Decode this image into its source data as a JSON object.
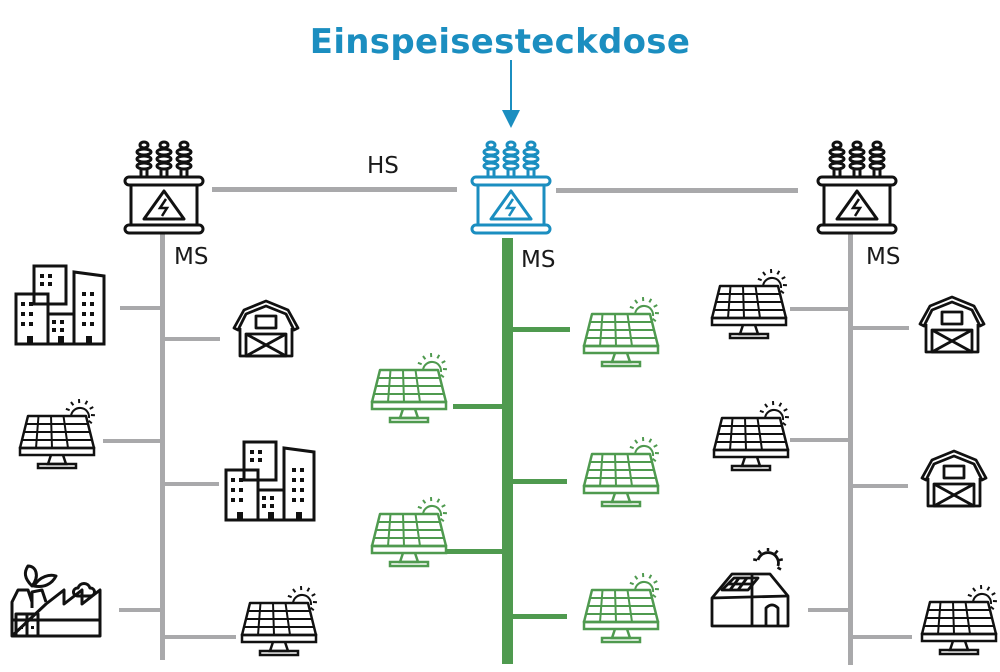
{
  "title": "Einspeisesteckdose",
  "labels": {
    "hs": "HS",
    "ms_left": "MS",
    "ms_center": "MS",
    "ms_right": "MS"
  },
  "colors": {
    "highlight_blue": "#1b8ec0",
    "feed_in_green": "#4f9a4f",
    "grid_gray": "#a9a9ab",
    "icon_black": "#111111"
  },
  "nodes": {
    "transformers": [
      {
        "id": "left",
        "name": "substation-transformer",
        "highlight": false
      },
      {
        "id": "center",
        "name": "feed-in-transformer",
        "highlight": true
      },
      {
        "id": "right",
        "name": "substation-transformer",
        "highlight": false
      }
    ],
    "left_branch": [
      "office-buildings",
      "barn",
      "solar-panel",
      "office-buildings",
      "green-factory",
      "solar-panel"
    ],
    "center_branch": [
      "solar-panel",
      "solar-panel",
      "solar-panel",
      "solar-panel",
      "solar-panel"
    ],
    "right_branch": [
      "solar-panel",
      "barn",
      "solar-panel",
      "barn",
      "solar-house",
      "solar-panel"
    ]
  }
}
